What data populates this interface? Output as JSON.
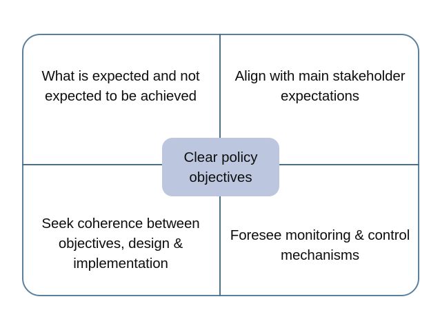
{
  "diagram": {
    "type": "quadrant-matrix",
    "center": {
      "label": "Clear policy objectives",
      "fill_color": "#bcc7df",
      "text_color": "#0d0d0d"
    },
    "frame": {
      "border_color": "#5b7f9e",
      "divider_color": "#4d6f86",
      "background_color": "#ffffff"
    },
    "quadrants": [
      {
        "position": "top-left",
        "label": "What is expected and not expected to be achieved"
      },
      {
        "position": "top-right",
        "label": "Align with main stakeholder expectations"
      },
      {
        "position": "bottom-left",
        "label": "Seek coherence between objectives, design & implementation"
      },
      {
        "position": "bottom-right",
        "label": "Foresee monitoring & control mechanisms"
      }
    ]
  }
}
